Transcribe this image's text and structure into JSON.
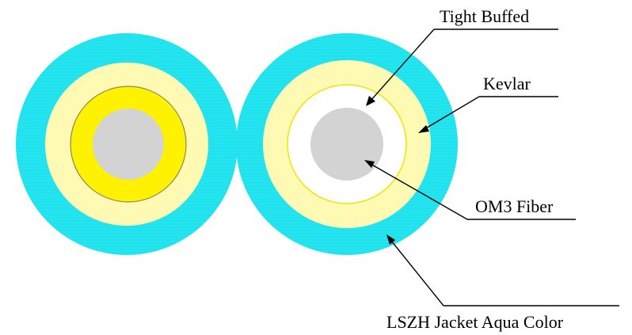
{
  "diagram": {
    "labels": {
      "tight_buffed": "Tight Buffed",
      "kevlar": "Kevlar",
      "om3_fiber": "OM3 Fiber",
      "jacket": "LSZH Jacket Aqua Color"
    },
    "colors": {
      "jacket_aqua": "#22e3ee",
      "kevlar_yellow": "#fffab3",
      "tight_buffer_yellow": "#fff200",
      "tight_buffer_white": "#ffffff",
      "fiber_gray": "#d3d3d3",
      "leader_line": "#000000"
    }
  }
}
